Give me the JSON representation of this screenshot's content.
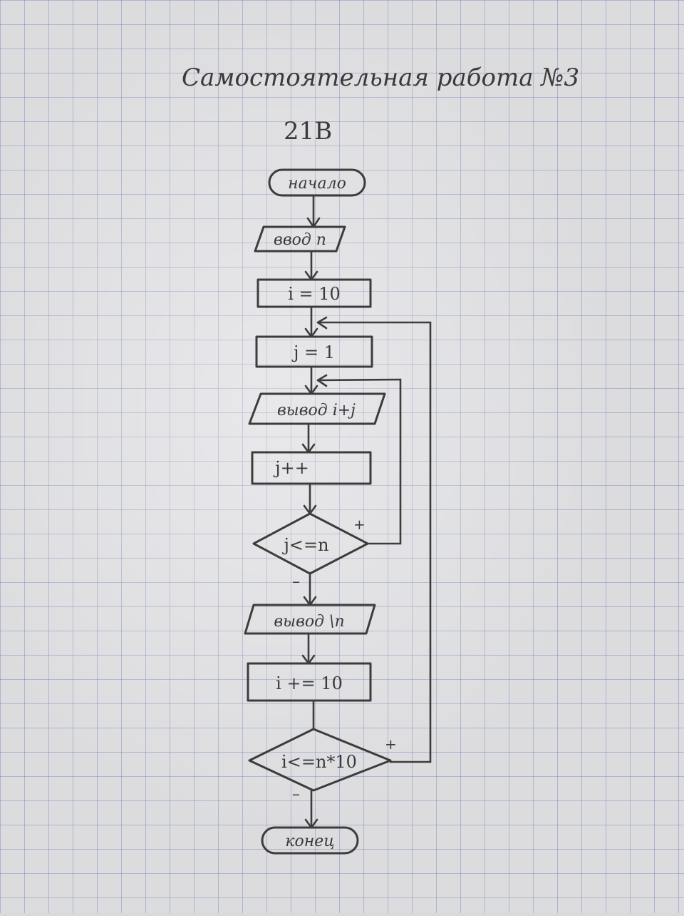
{
  "header": {
    "title": "Самостоятельная работа №3",
    "variant": "21В"
  },
  "flowchart": {
    "start": "начало",
    "input_n": "ввод n",
    "init_i": "i = 10",
    "init_j": "j = 1",
    "output_ij": "вывод i+j",
    "increment_j": "j++",
    "condition_j": "j<=n",
    "output_newline": "вывод \\n",
    "increment_i": "i += 10",
    "condition_i": "i<=n*10",
    "end": "конец",
    "yes_label": "+",
    "no_label": "–"
  },
  "colors": {
    "ink": "#3c3c3c",
    "grid": "#506eaa",
    "paper": "#dcdcdf"
  }
}
